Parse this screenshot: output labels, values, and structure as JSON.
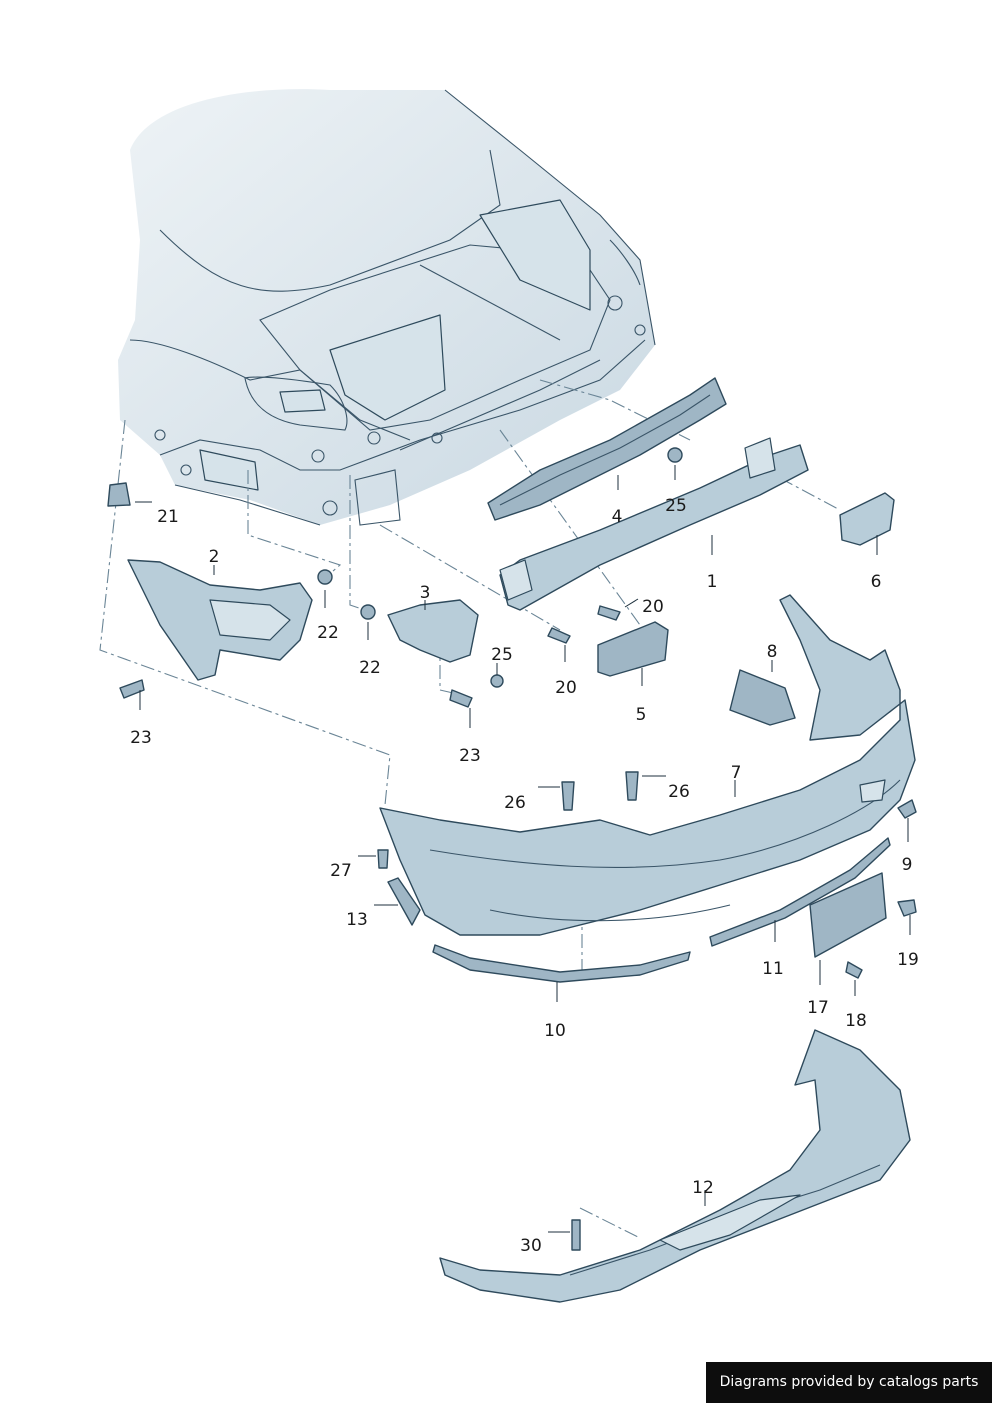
{
  "diagram": {
    "callouts": [
      {
        "id": "p1",
        "label": "1"
      },
      {
        "id": "p2",
        "label": "2"
      },
      {
        "id": "p3",
        "label": "3"
      },
      {
        "id": "p4",
        "label": "4"
      },
      {
        "id": "p5",
        "label": "5"
      },
      {
        "id": "p6",
        "label": "6"
      },
      {
        "id": "p7",
        "label": "7"
      },
      {
        "id": "p8",
        "label": "8"
      },
      {
        "id": "p9",
        "label": "9"
      },
      {
        "id": "p10",
        "label": "10"
      },
      {
        "id": "p11",
        "label": "11"
      },
      {
        "id": "p12",
        "label": "12"
      },
      {
        "id": "p13",
        "label": "13"
      },
      {
        "id": "p17",
        "label": "17"
      },
      {
        "id": "p18",
        "label": "18"
      },
      {
        "id": "p19",
        "label": "19"
      },
      {
        "id": "p20a",
        "label": "20"
      },
      {
        "id": "p20b",
        "label": "20"
      },
      {
        "id": "p21",
        "label": "21"
      },
      {
        "id": "p22a",
        "label": "22"
      },
      {
        "id": "p22b",
        "label": "22"
      },
      {
        "id": "p23a",
        "label": "23"
      },
      {
        "id": "p23b",
        "label": "23"
      },
      {
        "id": "p25a",
        "label": "25"
      },
      {
        "id": "p25b",
        "label": "25"
      },
      {
        "id": "p26a",
        "label": "26"
      },
      {
        "id": "p26b",
        "label": "26"
      },
      {
        "id": "p27",
        "label": "27"
      },
      {
        "id": "p30",
        "label": "30"
      }
    ]
  },
  "footer": {
    "credit": "Diagrams provided by catalogs parts"
  },
  "colors": {
    "part_fill": "#b8cdd9",
    "outline": "#2e4a5c",
    "shadow": "#dde6ec"
  }
}
